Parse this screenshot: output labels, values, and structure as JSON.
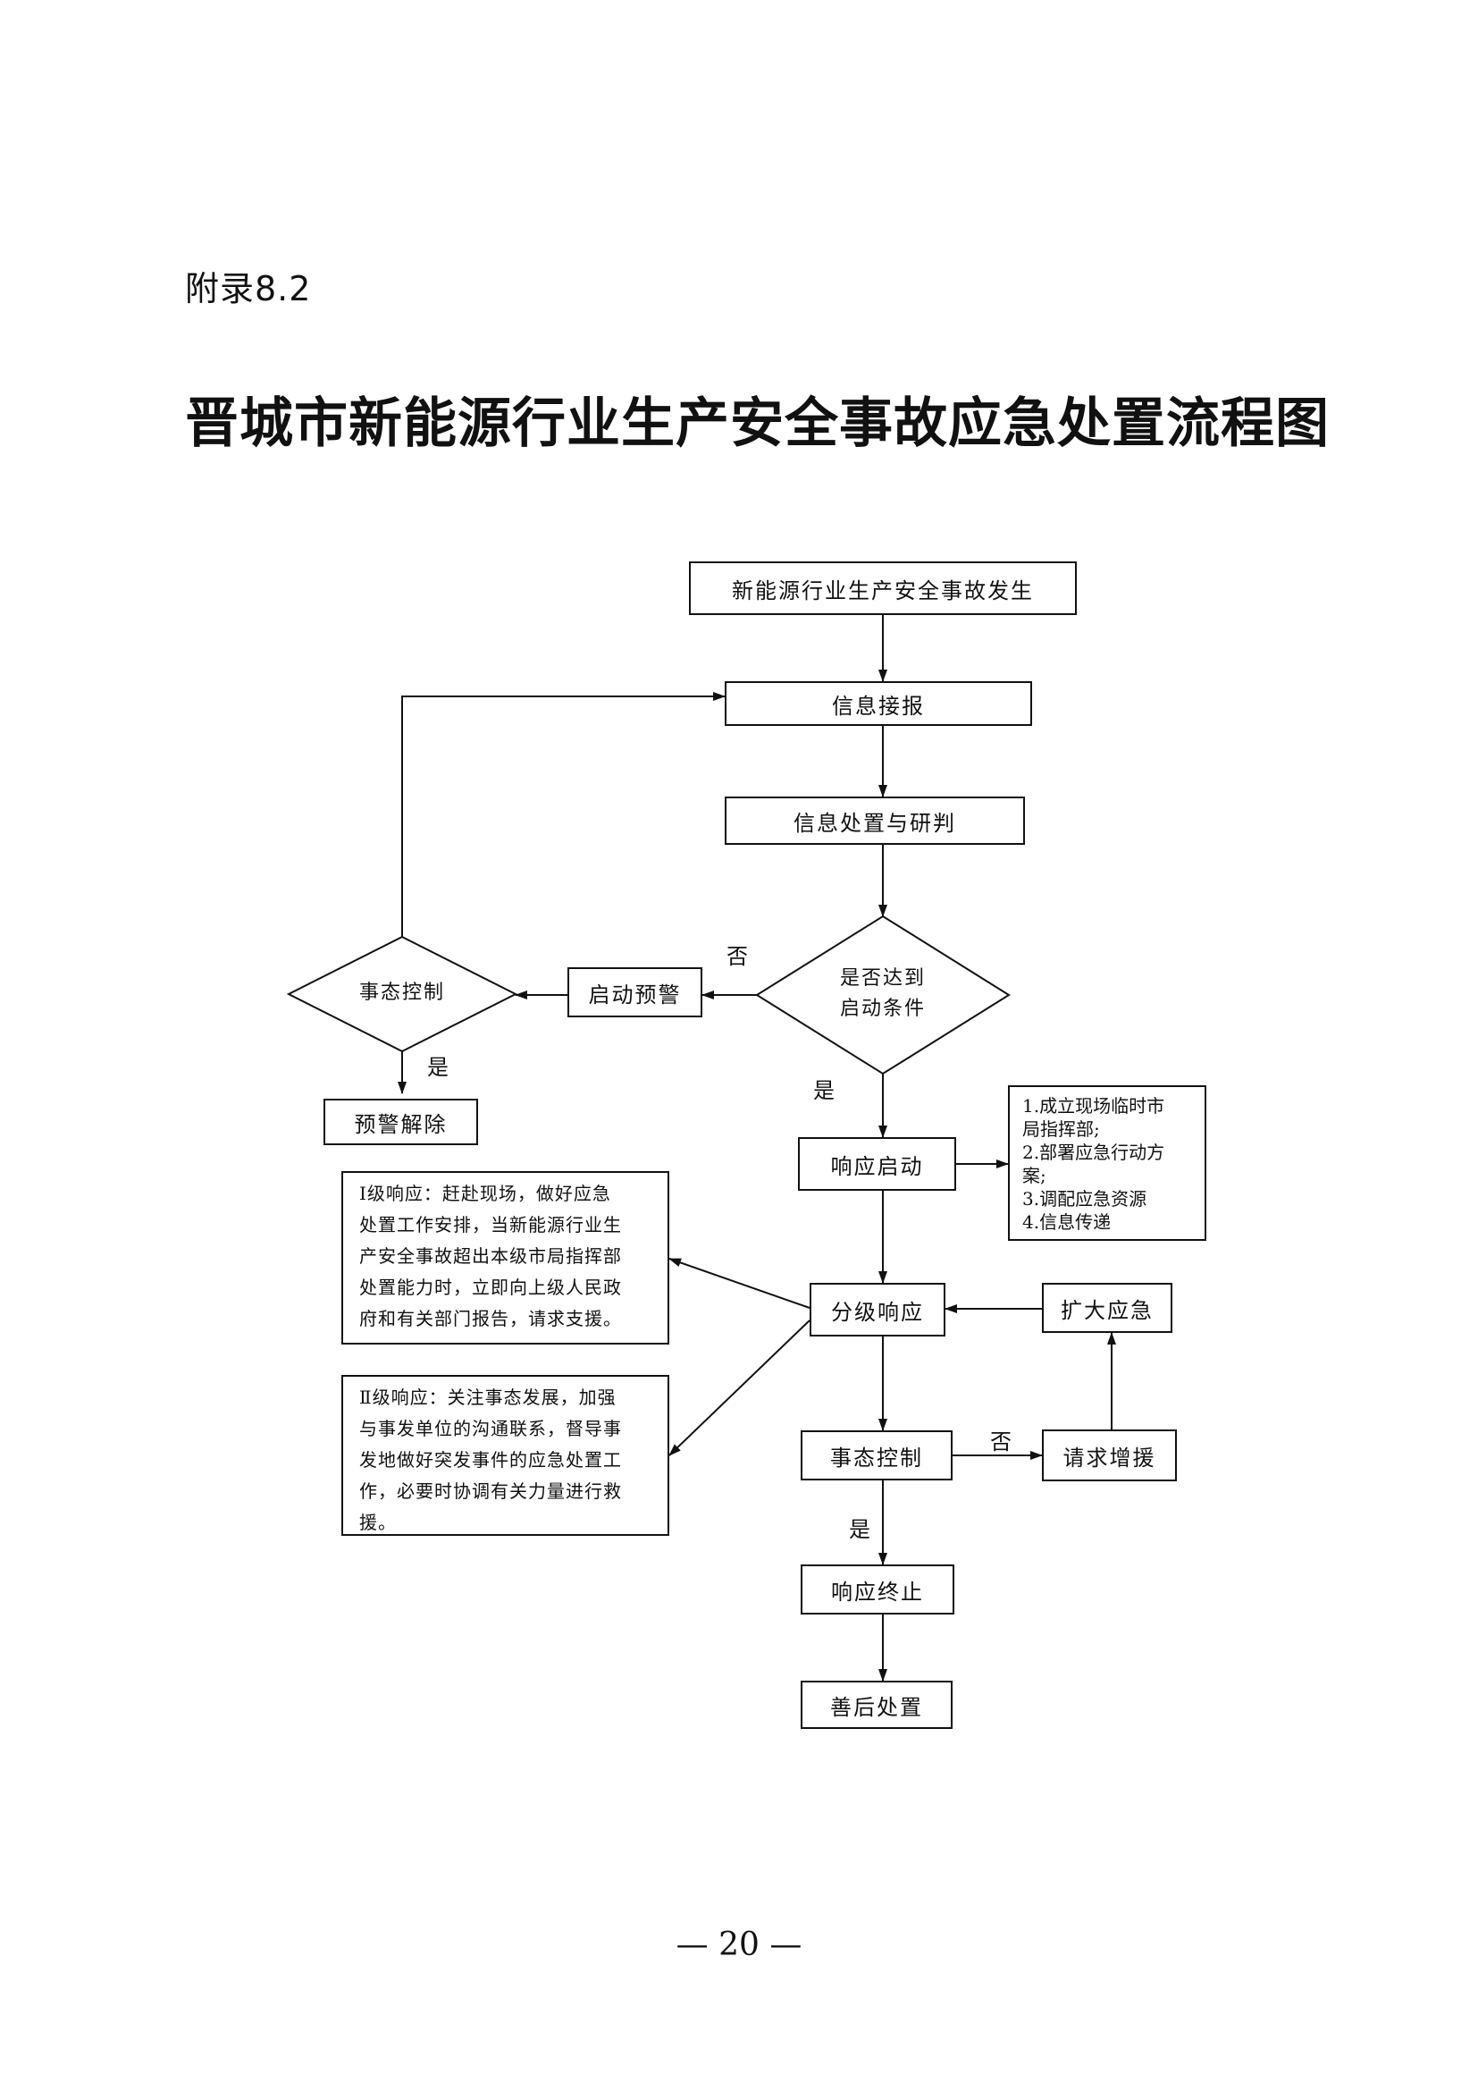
{
  "appendix_label": "附录8.2",
  "title": "晋城市新能源行业生产安全事故应急处置流程图",
  "nodes": {
    "accident": "新能源行业生产安全事故发生",
    "info_report": "信息接报",
    "info_process": "信息处置与研判",
    "decision": [
      "是否达到",
      "启动条件"
    ],
    "warning": "启动预警",
    "situation_left": "事态控制",
    "warning_lift": "预警解除",
    "response_start": "响应启动",
    "measures": "1.成立现场临时市\n局指挥部;\n2.部署应急行动方\n案;\n3.调配应急资源\n4.信息传递",
    "graded_response": "分级响应",
    "level1": "Ⅰ级响应：赶赴现场，做好应急\n处置工作安排，当新能源行业生\n产安全事故超出本级市局指挥部\n处置能力时，立即向上级人民政\n府和有关部门报告，请求支援。",
    "level2": "Ⅱ级响应：关注事态发展，加强\n与事发单位的沟通联系，督导事\n发地做好突发事件的应急处置工\n作，必要时协调有关力量进行救\n援。",
    "expand": "扩大应急",
    "situation_main": "事态控制",
    "request_support": "请求增援",
    "response_end": "响应终止",
    "aftermath": "善后处置"
  },
  "labels": {
    "no_decision": "否",
    "yes_decision": "是",
    "yes_left": "是",
    "no_control": "否",
    "yes_control": "是"
  },
  "page_number": "— 20 —"
}
